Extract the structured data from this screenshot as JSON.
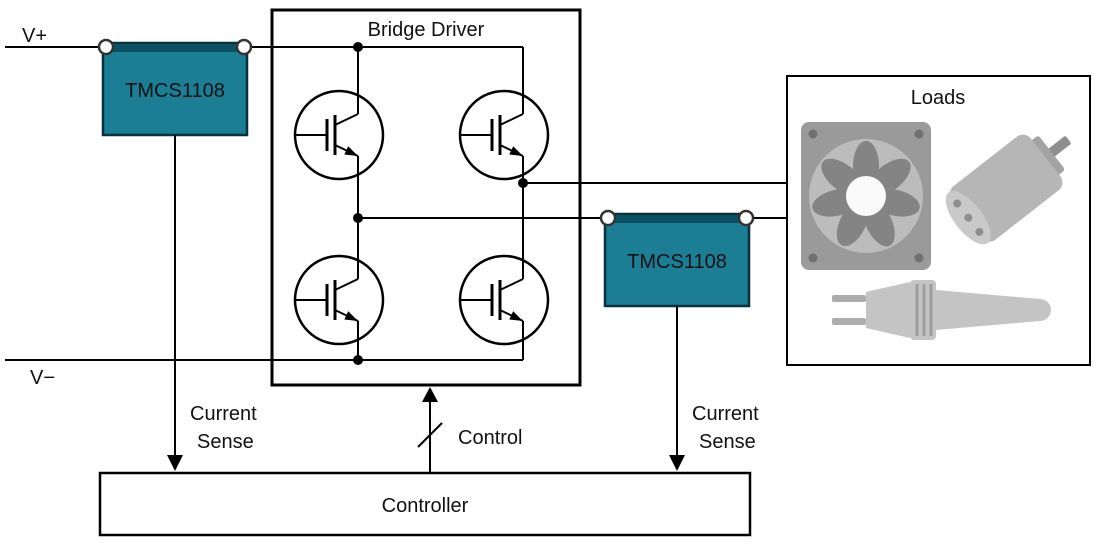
{
  "diagram": {
    "rails": {
      "v_plus_label": "V+",
      "v_minus_label": "V−"
    },
    "sensors": [
      {
        "label": "TMCS1108"
      },
      {
        "label": "TMCS1108"
      }
    ],
    "bridge_driver": {
      "title": "Bridge Driver"
    },
    "loads": {
      "title": "Loads",
      "icons": [
        "fan-icon",
        "dc-motor-icon",
        "power-plug-icon"
      ]
    },
    "controller": {
      "title": "Controller"
    },
    "signals": {
      "current_sense_left": {
        "line1": "Current",
        "line2": "Sense"
      },
      "current_sense_right": {
        "line1": "Current",
        "line2": "Sense"
      },
      "control": {
        "label": "Control"
      }
    },
    "colors": {
      "sensor_fill": "#1B7E95",
      "sensor_top_band": "#0C5163",
      "wire": "#000000",
      "icon_gray": "#A6A6A6"
    }
  }
}
